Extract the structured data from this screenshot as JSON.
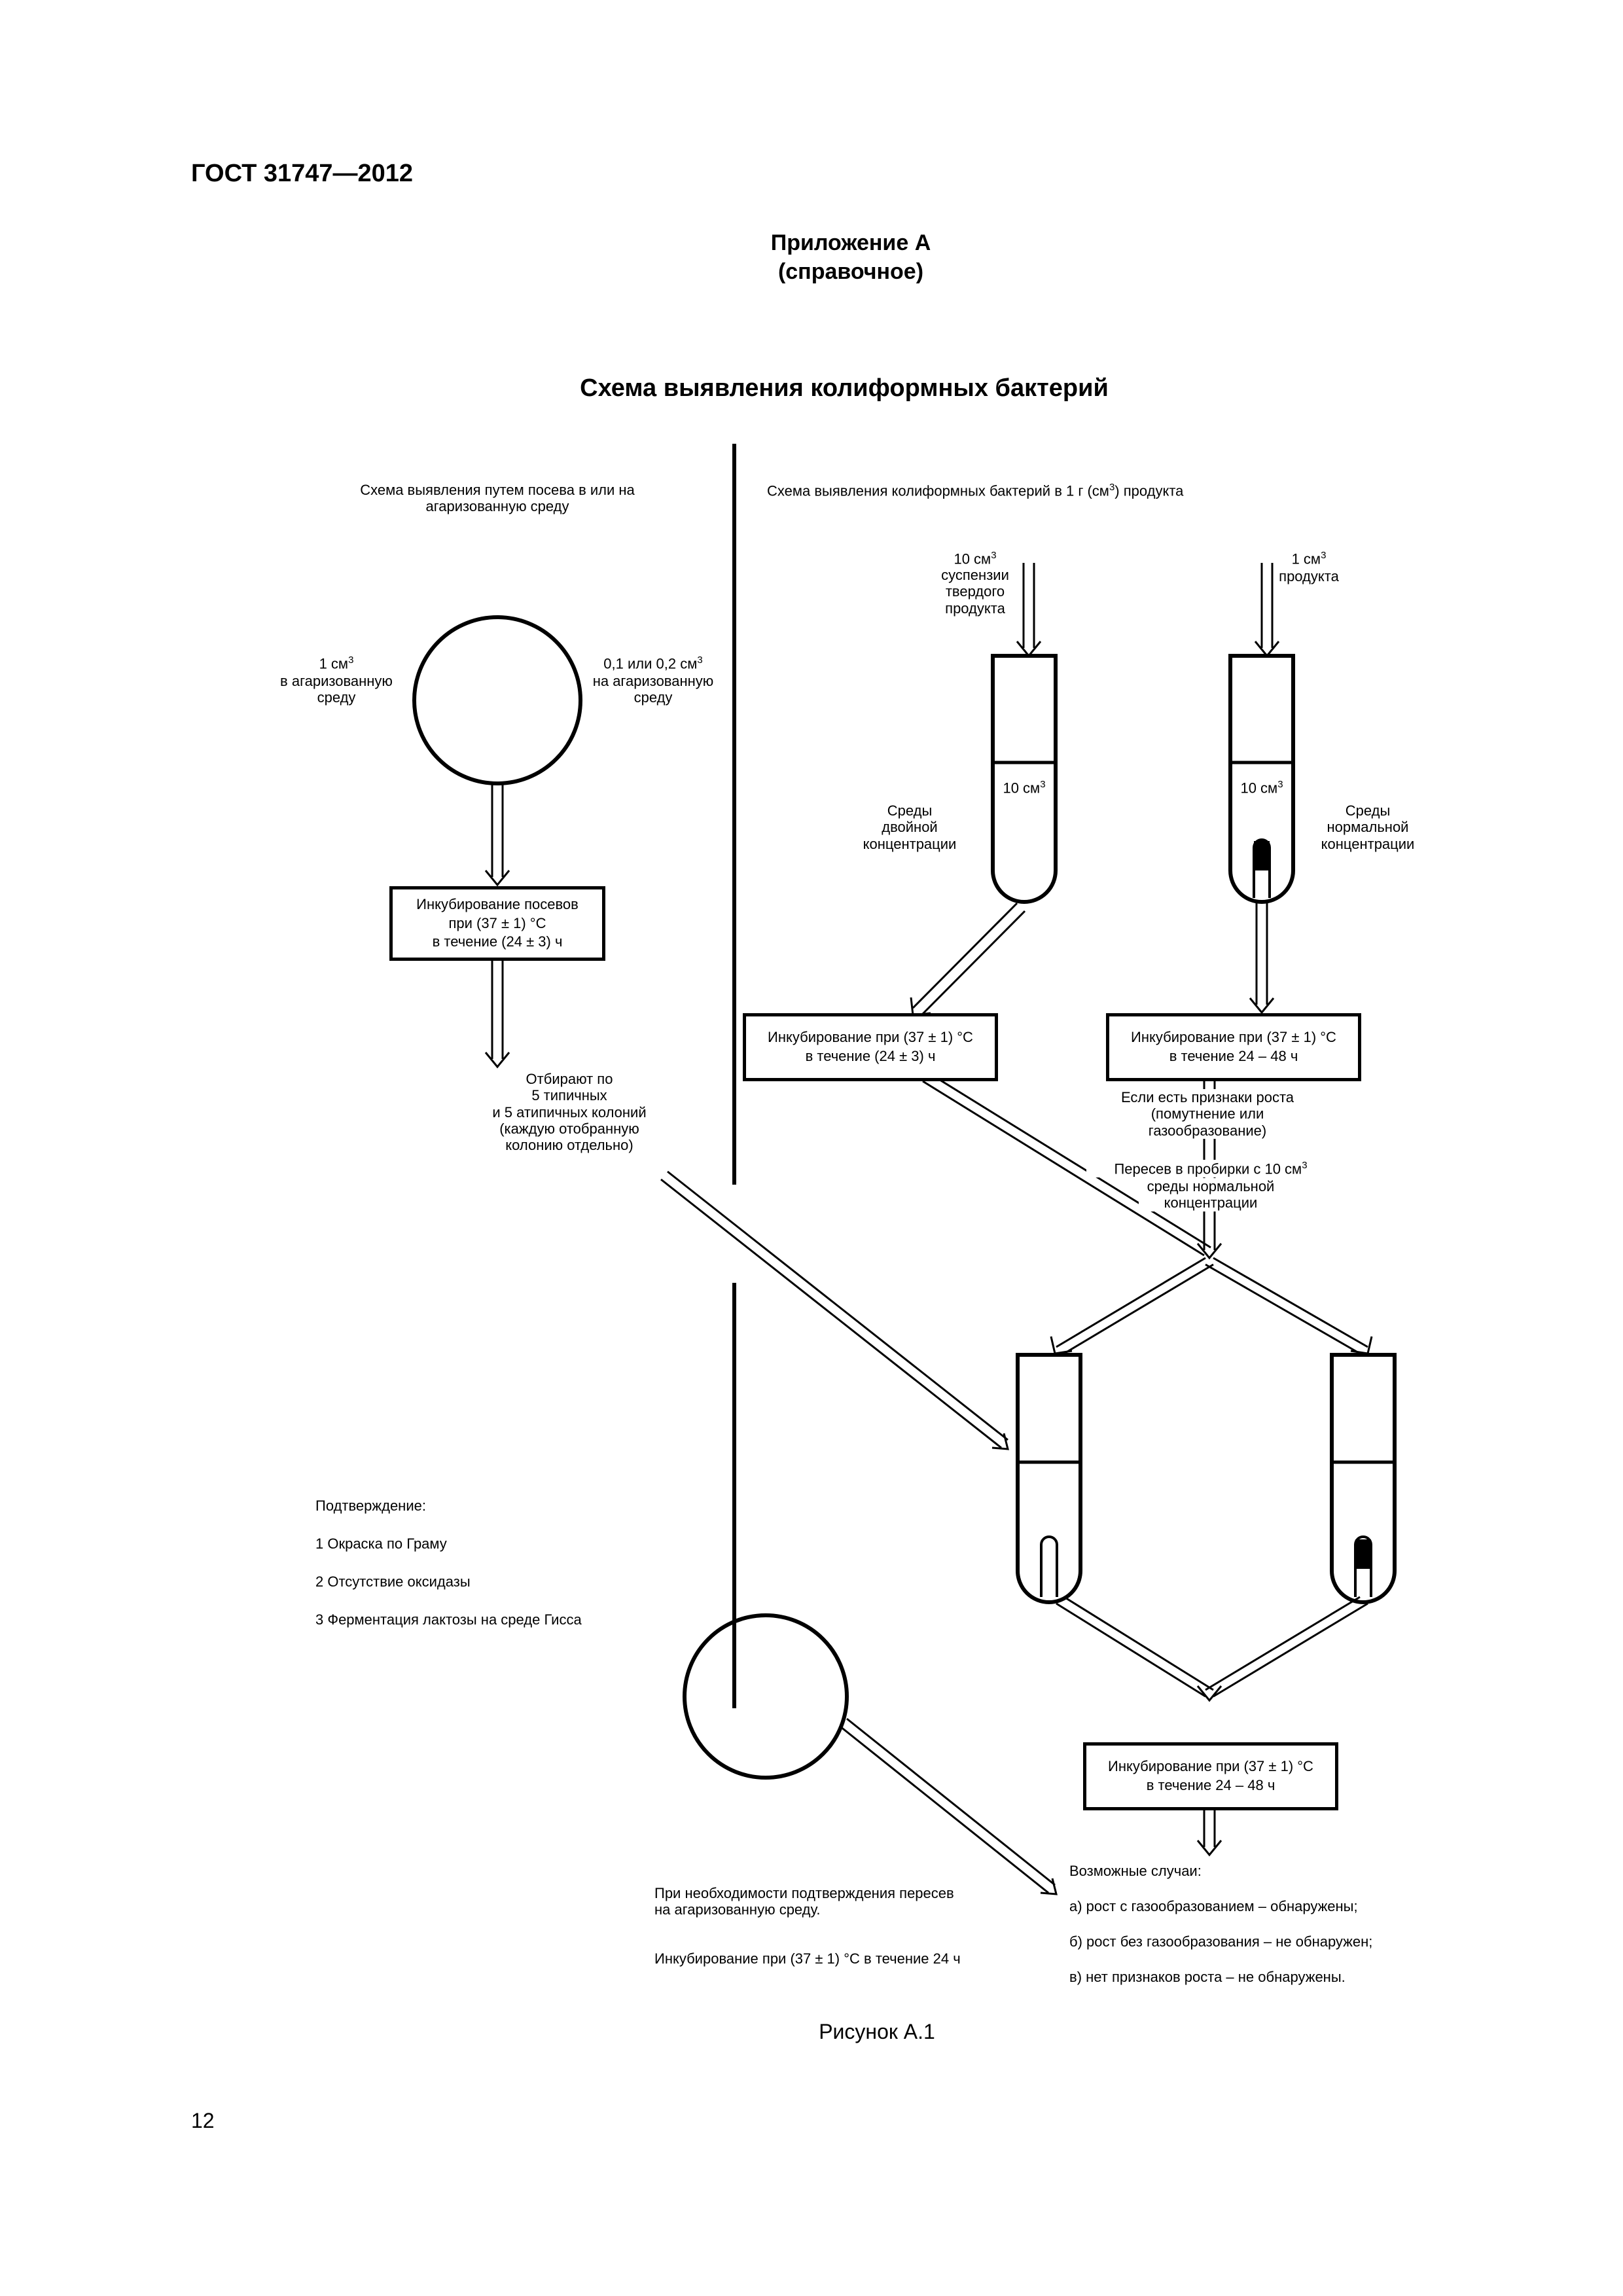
{
  "header": {
    "standard": "ГОСТ 31747—2012"
  },
  "appendix": {
    "title": "Приложение А",
    "status": "(справочное)"
  },
  "scheme_title": "Схема выявления колиформных бактерий",
  "left_branch": {
    "heading": "Схема выявления путем посева в или на\nагаризованную среду",
    "inoculum_left": {
      "amount": "1 см",
      "unit_exp": "3",
      "text": "в агаризованную\nсреду"
    },
    "inoculum_right": {
      "amount": "0,1 или 0,2 см",
      "unit_exp": "3",
      "text": "на агаризованную\nсреду"
    },
    "incubation_box": "Инкубирование посевов\nпри (37 ± 1) °С\nв течение (24 ± 3) ч",
    "selection_note": "Отбирают по\n5 типичных\nи 5 атипичных колоний\n(каждую отобранную\nколонию отдельно)"
  },
  "right_branch": {
    "heading_before": "Схема выявления колиформных бактерий в 1 г (см",
    "heading_exp": "3",
    "heading_after": ") продукта",
    "sample_a": {
      "amount": "10 см",
      "unit_exp": "3",
      "text": "суспензии\nтвердого\nпродукта"
    },
    "sample_b": {
      "amount": "1 см",
      "unit_exp": "3",
      "text": "продукта"
    },
    "tube_a_volume": "10 см",
    "tube_b_volume": "10 см",
    "tube_volume_exp": "3",
    "medium_double": "Среды\nдвойной\nконцентрации",
    "medium_normal": "Среды\nнормальной\nконцентрации",
    "incubation_a": "Инкубирование при (37 ± 1) °С\nв течение (24 ± 3) ч",
    "incubation_b": "Инкубирование при (37 ± 1) °С\nв течение 24 – 48 ч",
    "growth_signs": "Если есть признаки роста\n(помутнение или\nгазообразование)",
    "transfer_line1": "Пересев в пробирки с 10 см",
    "transfer_exp": "3",
    "transfer_rest": "среды нормальной\nконцентрации",
    "final_incubation": "Инкубирование при (37 ± 1) °С\nв течение 24 – 48 ч",
    "cases_title": "Возможные случаи:",
    "cases": [
      "а) рост с газообразованием – обнаружены;",
      "б) рост без газообразования – не обнаружен;",
      "в) нет признаков роста – не обнаружены."
    ]
  },
  "confirmation": {
    "title": "Подтверждение:",
    "steps": [
      "1 Окраска по Граму",
      "2 Отсутствие оксидазы",
      "3 Ферментация лактозы на среде Гисса"
    ],
    "reseed_note": "При необходимости подтверждения пересев\nна агаризованную среду.",
    "reseed_incubation": "Инкубирование при (37 ± 1) °С в течение 24 ч"
  },
  "figure_caption": "Рисунок А.1",
  "page_number": "12"
}
